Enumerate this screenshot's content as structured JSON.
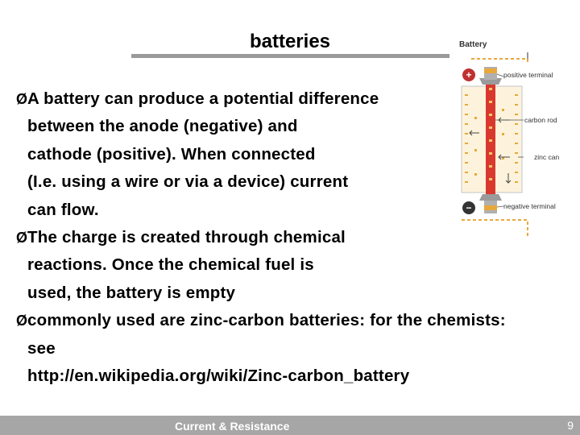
{
  "slide": {
    "title": "batteries",
    "bullets": [
      {
        "lines": [
          "A battery can produce a potential difference",
          "between the anode (negative) and",
          "cathode (positive). When connected",
          "(I.e. using a wire or via a device) current",
          "can flow."
        ]
      },
      {
        "lines": [
          "The charge is created through chemical",
          "reactions. Once the chemical fuel is",
          "used, the battery is empty"
        ]
      },
      {
        "lines": [
          "commonly used are zinc-carbon batteries: for the chemists:",
          "see",
          "http://en.wikipedia.org/wiki/Zinc-carbon_battery"
        ]
      }
    ],
    "bullet_marker": "Ø"
  },
  "figure": {
    "title": "Battery",
    "labels": {
      "positive": "positive terminal",
      "carbon": "carbon rod",
      "zinc": "zinc can",
      "negative": "negative terminal"
    },
    "plus_symbol": "+",
    "minus_symbol": "−"
  },
  "footer": {
    "text": "Current & Resistance",
    "page": "9"
  },
  "colors": {
    "footer_bg": "#a6a6a6",
    "rule": "#9a9a9a",
    "carbon_rod": "#d9382e",
    "electrolyte": "#e8a83c"
  }
}
